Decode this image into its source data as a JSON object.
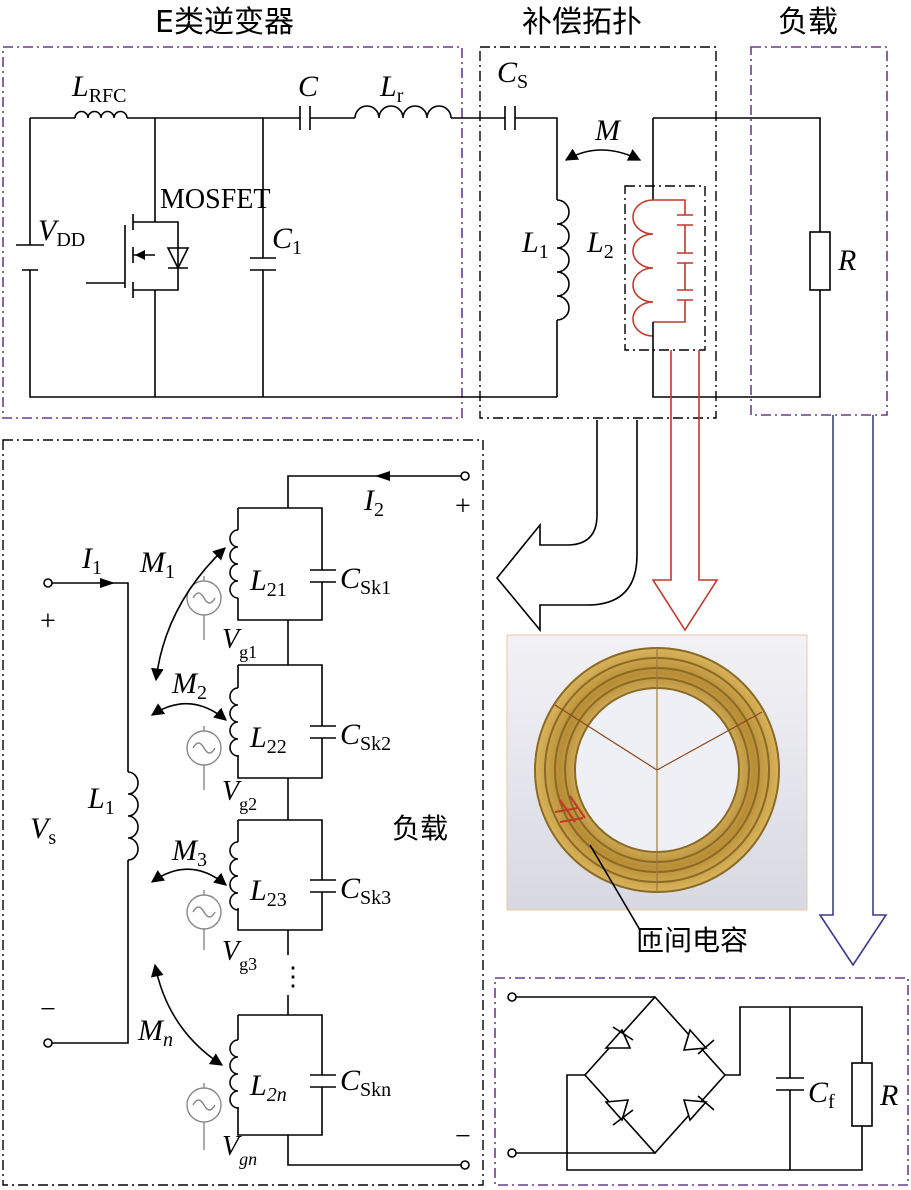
{
  "sections": {
    "inverter_title": "E类逆变器",
    "compensation_title": "补偿拓扑",
    "load_title": "负载",
    "load_label": "负载",
    "capacitance_note": "匝间电容"
  },
  "labels": {
    "L_RFC": [
      "L",
      "RFC"
    ],
    "C": [
      "C",
      ""
    ],
    "L_r": [
      "L",
      "r"
    ],
    "C_S": [
      "C",
      "S"
    ],
    "M": [
      "M",
      ""
    ],
    "MOSFET": [
      "MOSFET",
      ""
    ],
    "V_DD": [
      "V",
      "DD"
    ],
    "C_1": [
      "C",
      "1"
    ],
    "L_1_top": [
      "L",
      "1"
    ],
    "L_2": [
      "L",
      "2"
    ],
    "R_top": [
      "R",
      ""
    ],
    "I_1": [
      "I",
      "1"
    ],
    "I_2": [
      "I",
      "2"
    ],
    "V_s": [
      "V",
      "s"
    ],
    "L_1_bot": [
      "L",
      "1"
    ],
    "M_1": [
      "M",
      "1"
    ],
    "M_2": [
      "M",
      "2"
    ],
    "M_3": [
      "M",
      "3"
    ],
    "M_n": [
      "M",
      "n"
    ],
    "L_21": [
      "L",
      "21"
    ],
    "L_22": [
      "L",
      "22"
    ],
    "L_23": [
      "L",
      "23"
    ],
    "L_2n": [
      "L",
      "2n"
    ],
    "C_Sk1": [
      "C",
      "Sk1"
    ],
    "C_Sk2": [
      "C",
      "Sk2"
    ],
    "C_Sk3": [
      "C",
      "Sk3"
    ],
    "C_Skn": [
      "C",
      "Skn"
    ],
    "V_g1": [
      "V",
      "g1"
    ],
    "V_g2": [
      "V",
      "g2"
    ],
    "V_g3": [
      "V",
      "g3"
    ],
    "V_gn": [
      "V",
      "gn"
    ],
    "C_f": [
      "C",
      "f"
    ],
    "R_bot": [
      "R",
      ""
    ]
  },
  "signs": {
    "plus_left": "+",
    "minus_left": "−",
    "plus_right": "+",
    "minus_right": "−",
    "ellipsis": "⋮"
  },
  "colors": {
    "wire": "#000000",
    "highlight_red": "#c0392b",
    "frame_purple": "#6a3d8f",
    "arrow_blue": "#3b3b8f",
    "source_gray": "#888888",
    "coil_gold": "#c9a84c"
  }
}
